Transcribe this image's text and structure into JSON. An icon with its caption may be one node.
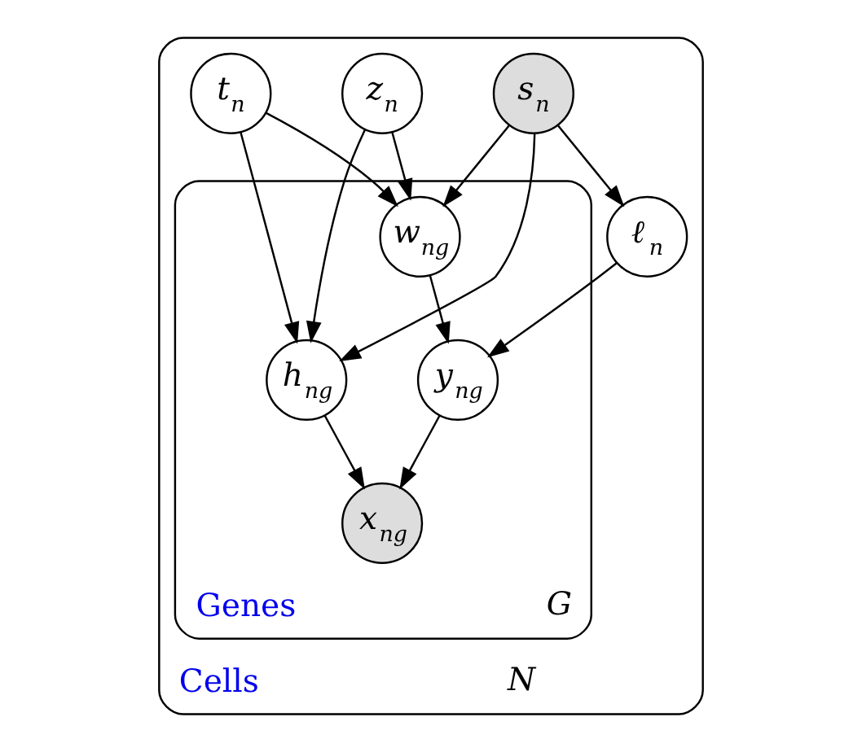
{
  "diagram": {
    "nodes": [
      {
        "text": [
          "Cells",
          "N"
        ]
      },
      {
        "text": [
          "s$_{n}$"
        ],
        "in": 0
      },
      {
        "text": [
          "z$_{n}$"
        ],
        "in": 0
      },
      {
        "text": [
          "t$_{n}$"
        ],
        "in": 0
      },
      {
        "text": [
          "ℓ$_{n}$"
        ],
        "in": 0
      },
      {
        "text": [
          "Genes",
          "G"
        ],
        "in": 0
      },
      {
        "text": [
          "w$_{ng}$"
        ],
        "in": 5
      },
      {
        "text": [
          "h$_{ng}$"
        ],
        "in": 5
      },
      {
        "text": [
          "y$_{ng}$"
        ],
        "in": 5
      },
      {
        "text": [
          "x$_{ng}$"
        ],
        "in": 5
      }
    ],
    "edges": [
      {
        "from": 1,
        "to": 4,
        "arrow": "to"
      },
      {
        "from": 1,
        "to": 6,
        "arrow": "to"
      },
      {
        "from": 1,
        "to": 7,
        "arrow": "to"
      },
      {
        "from": 2,
        "to": 6,
        "arrow": "to"
      },
      {
        "from": 2,
        "to": 7,
        "arrow": "to"
      },
      {
        "from": 3,
        "to": 6,
        "arrow": "to"
      },
      {
        "from": 3,
        "to": 7,
        "arrow": "to"
      },
      {
        "from": 4,
        "to": 8,
        "arrow": "to"
      },
      {
        "from": 6,
        "to": 8,
        "arrow": "to"
      },
      {
        "from": 7,
        "to": 9,
        "arrow": "to"
      },
      {
        "from": 8,
        "to": 9,
        "arrow": "to"
      }
    ]
  }
}
